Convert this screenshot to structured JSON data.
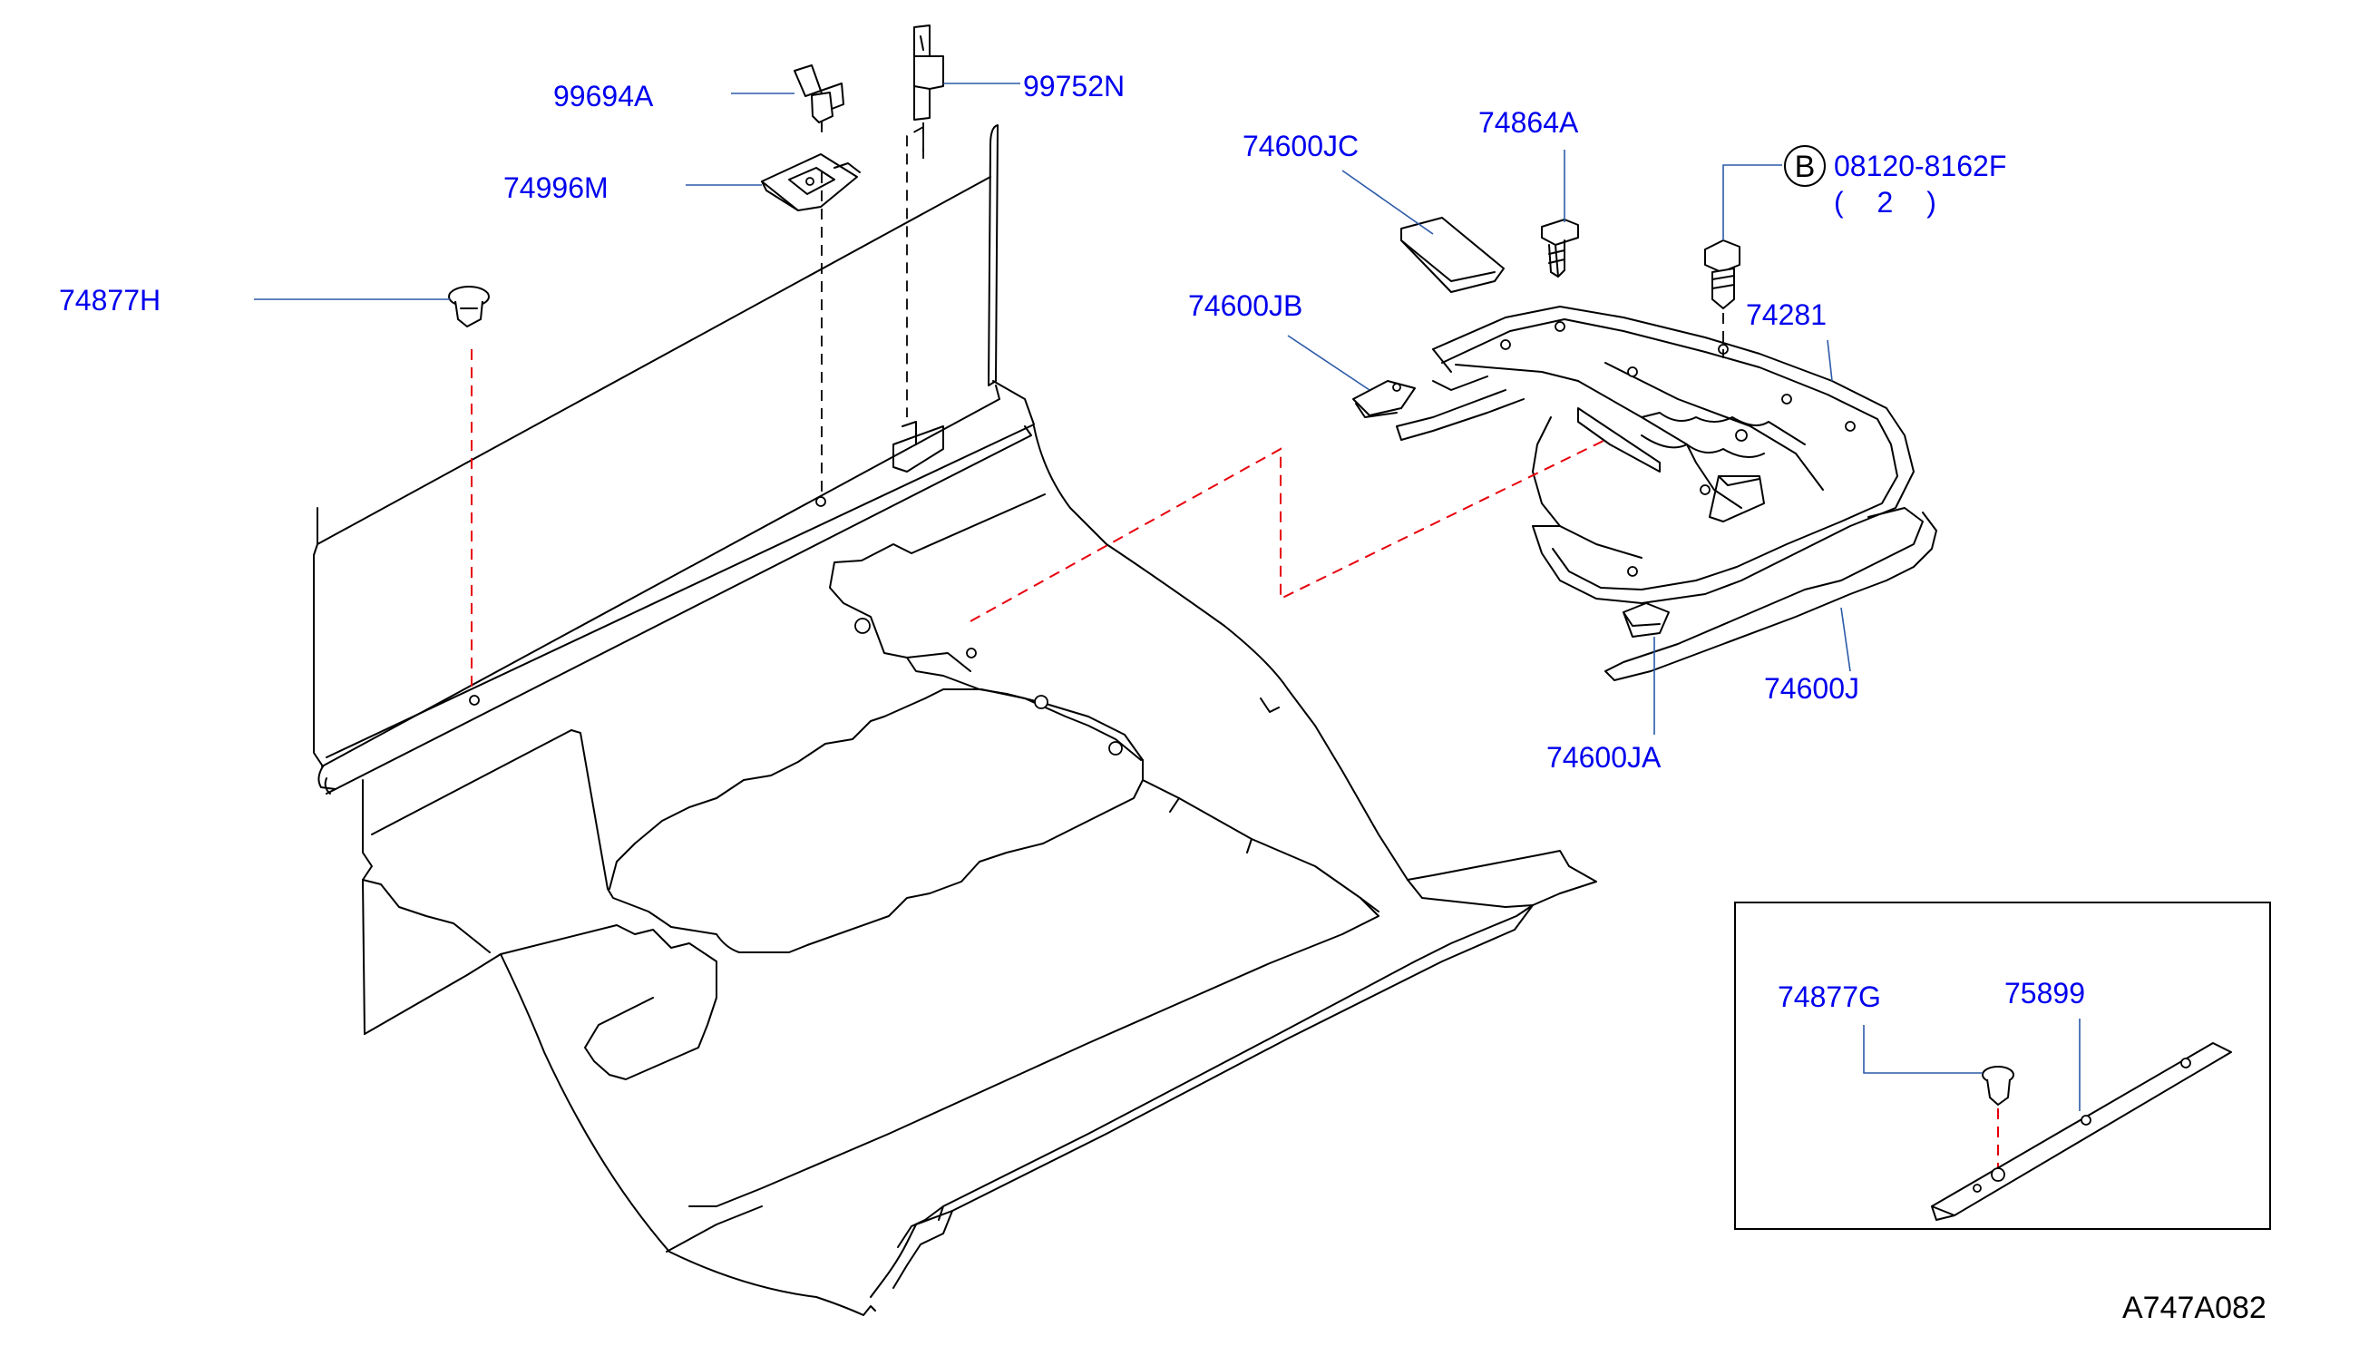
{
  "colors": {
    "label": "#0000ee",
    "leader": "#2b5aa8",
    "drawing": "#000000",
    "alignment_dash": "#e8000b"
  },
  "parts": {
    "p99694A": "99694A",
    "p99752N": "99752N",
    "p74996M": "74996M",
    "p74877H": "74877H",
    "p74600JC": "74600JC",
    "p74864A": "74864A",
    "p08120": "08120-8162F",
    "p08120_qty": "( 2 )",
    "p08120_marker": "B",
    "p74600JB": "74600JB",
    "p74281": "74281",
    "p74600J": "74600J",
    "p74600JA": "74600JA",
    "p74877G": "74877G",
    "p75899": "75899"
  },
  "diagram_ref": "A747A082"
}
